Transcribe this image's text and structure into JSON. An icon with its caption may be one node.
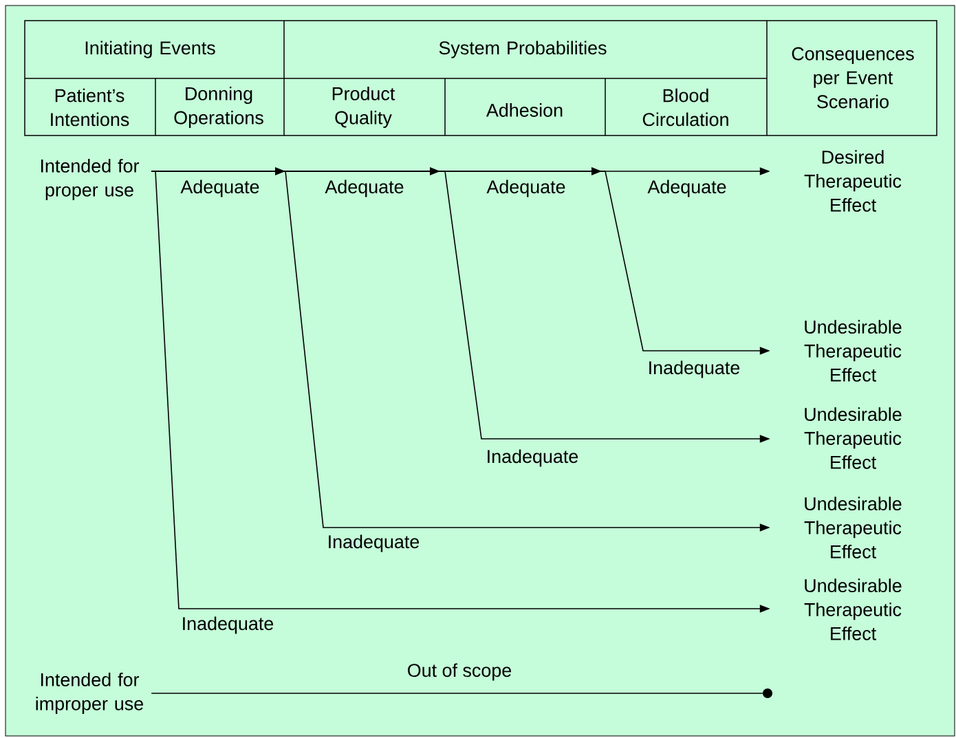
{
  "diagram": {
    "nodes": [
      {
        "text": [
          "Intended for proper use"
        ]
      },
      {
        "text": [
          "Desired Therapeutic Effect"
        ]
      },
      {
        "text": [
          "Undesirable Therapeutic Effect"
        ]
      },
      {
        "text": [
          "Undesirable Therapeutic Effect"
        ]
      },
      {
        "text": [
          "Undesirable Therapeutic Effect"
        ]
      },
      {
        "text": [
          "Undesirable Therapeutic Effect"
        ]
      },
      {
        "text": [
          "Intended for improper use"
        ]
      },
      {
        "text": [],
        "shape": "circle"
      }
    ],
    "edges": [
      {
        "from": 0,
        "to": 1,
        "arrow": "to"
      },
      {
        "from": 0,
        "to": 2,
        "arrow": "to"
      },
      {
        "from": 0,
        "to": 3,
        "arrow": "to"
      },
      {
        "from": 0,
        "to": 4,
        "arrow": "to"
      },
      {
        "from": 0,
        "to": 5,
        "arrow": "to"
      },
      {
        "from": 6,
        "to": 7,
        "arrow": "none",
        "label": "Out of scope"
      }
    ],
    "labels": [
      "Initiating Events",
      "System Probabilities",
      "Consequences per Event Scenario",
      "Patient’s Intentions",
      "Donning Operations",
      "Product Quality",
      "Adhesion",
      "Blood Circulation",
      "Adequate",
      "Adequate",
      "Adequate",
      "Adequate",
      "Inadequate",
      "Inadequate",
      "Inadequate",
      "Inadequate"
    ]
  }
}
